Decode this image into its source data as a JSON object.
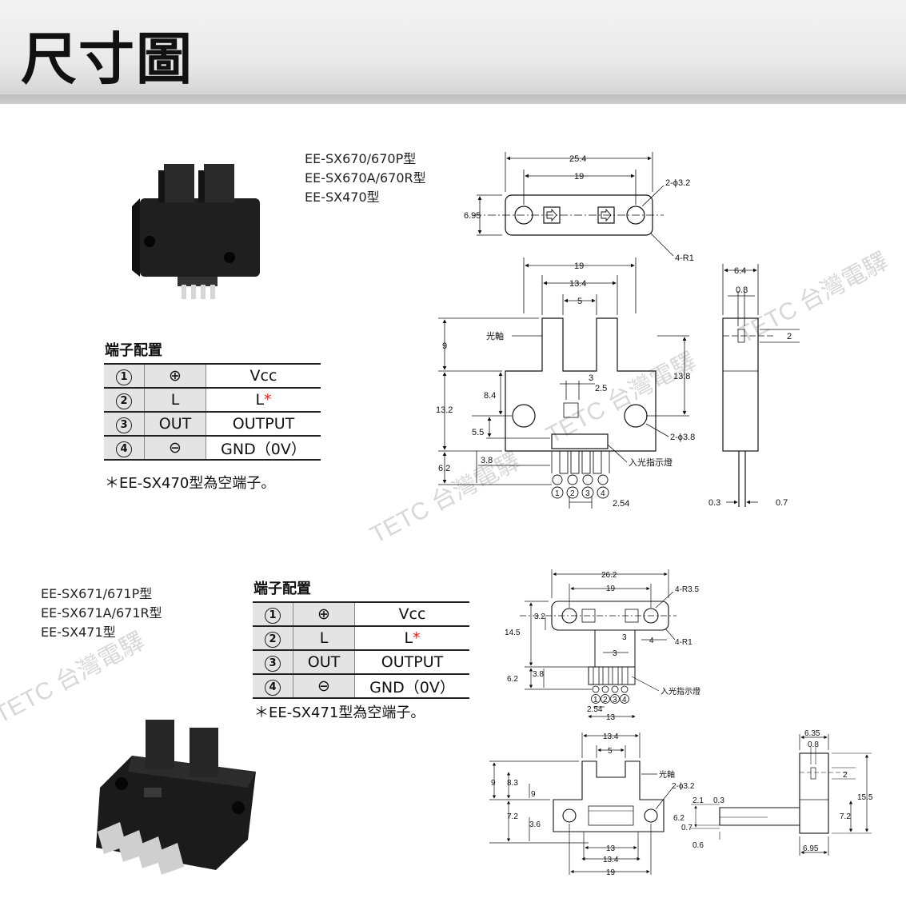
{
  "page": {
    "title": "尺寸圖",
    "watermark": "TETC 台灣電驛"
  },
  "group1": {
    "models": [
      "EE-SX670/670P型",
      "EE-SX670A/670R型",
      "EE-SX470型"
    ],
    "pin_title": "端子配置",
    "pins": [
      {
        "no": "1",
        "symbol": "⊕",
        "name": "Vcc",
        "flag": ""
      },
      {
        "no": "2",
        "symbol": "L",
        "name": "L",
        "flag": "*"
      },
      {
        "no": "3",
        "symbol": "OUT",
        "name": "OUTPUT",
        "flag": ""
      },
      {
        "no": "4",
        "symbol": "⊖",
        "name": "GND（0V）",
        "flag": ""
      }
    ],
    "note": "＊EE-SX470型為空端子。",
    "dims": {
      "top_width": "25.4",
      "hole_pitch": "19",
      "holes": "2-ϕ3.2",
      "top_height": "6.95",
      "radius": "4-R1",
      "front_width": "19",
      "slot_outer": "13.4",
      "slot_width": "5",
      "optical_axis": "光軸",
      "h9": "9",
      "h13_2": "13.2",
      "h8_4": "8.4",
      "h5_5": "5.5",
      "h6_2": "6.2",
      "h3_8": "3.8",
      "w3": "3",
      "w2_5": "2.5",
      "h13_8": "13.8",
      "holes2": "2-ϕ3.8",
      "indicator": "入光指示燈",
      "pitch": "2.54",
      "side_width": "6.4",
      "side_0_8": "0.8",
      "side_2": "2",
      "side_0_3": "0.3",
      "side_0_7": "0.7",
      "pin_labels": [
        "1",
        "2",
        "3",
        "4"
      ]
    }
  },
  "group2": {
    "models": [
      "EE-SX671/671P型",
      "EE-SX671A/671R型",
      "EE-SX471型"
    ],
    "pin_title": "端子配置",
    "pins": [
      {
        "no": "1",
        "symbol": "⊕",
        "name": "Vcc",
        "flag": ""
      },
      {
        "no": "2",
        "symbol": "L",
        "name": "L",
        "flag": "*"
      },
      {
        "no": "3",
        "symbol": "OUT",
        "name": "OUTPUT",
        "flag": ""
      },
      {
        "no": "4",
        "symbol": "⊖",
        "name": "GND（0V）",
        "flag": ""
      }
    ],
    "note": "＊EE-SX471型為空端子。",
    "dims": {
      "top_width": "26.2",
      "hole_pitch": "19",
      "radius1": "4-R3.5",
      "radius2": "4-R1",
      "h3_2": "3.2",
      "h14_5": "14.5",
      "w3a": "3",
      "w3b": "3",
      "w4": "4",
      "h6_2": "6.2",
      "h3_8": "3.8",
      "indicator": "入光指示燈",
      "pitch": "2.54",
      "w13": "13",
      "pin_labels": [
        "1",
        "2",
        "3",
        "4"
      ],
      "f13_4": "13.4",
      "f5": "5",
      "optical_axis": "光軸",
      "holes": "2-ϕ3.2",
      "h9": "9",
      "h8_3": "8.3",
      "h9b": "9",
      "h7_2": "7.2",
      "h3_6": "3.6",
      "b13": "13",
      "b13_4": "13.4",
      "b19": "19",
      "s2_1": "2.1",
      "s0_3": "0.3",
      "s6_2": "6.2",
      "s0_7": "0.7",
      "s0_6": "0.6",
      "s6_35": "6.35",
      "s0_8": "0.8",
      "s2": "2",
      "s15_5": "15.5",
      "s7_2": "7.2",
      "s6_95": "6.95"
    }
  }
}
